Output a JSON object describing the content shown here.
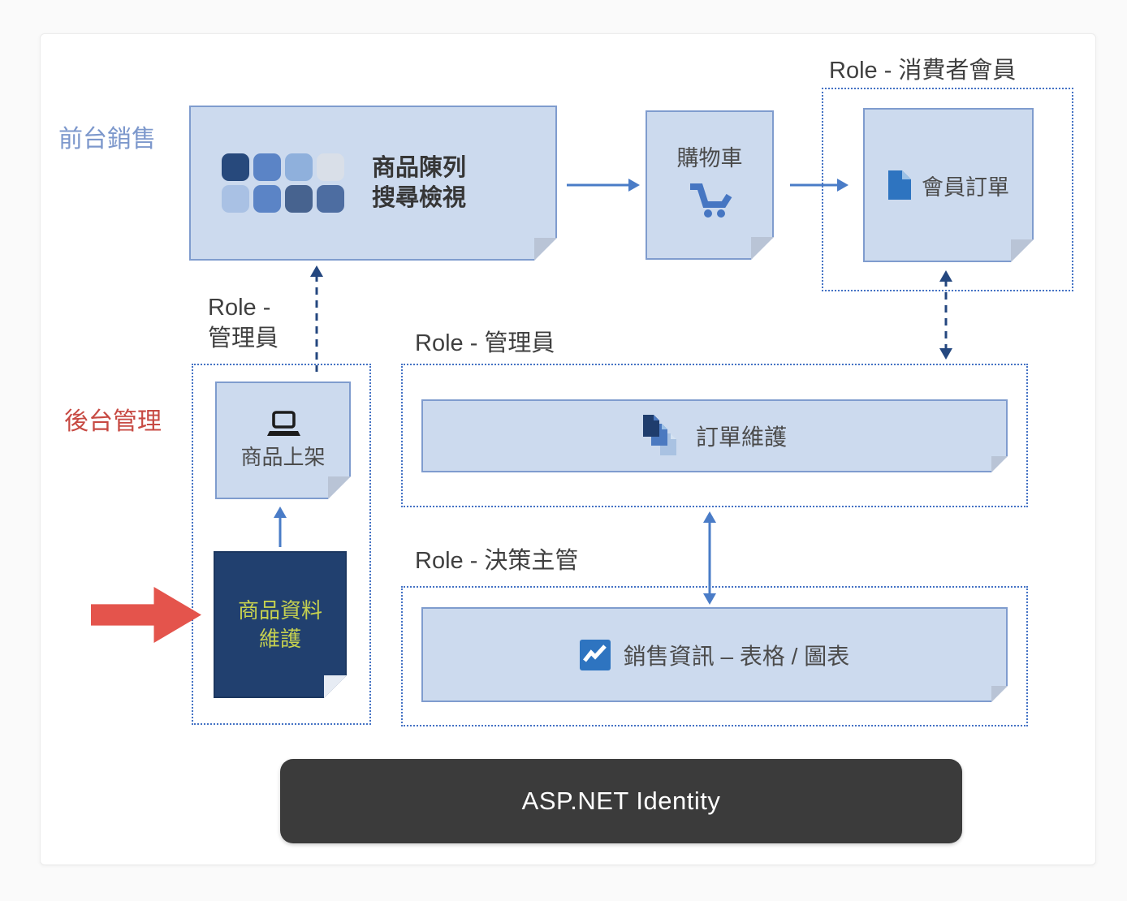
{
  "colors": {
    "page_bg": "#fafafa",
    "card_bg": "#ffffff",
    "note_fill": "#ccdaee",
    "note_border": "#7f9cce",
    "dark_note_fill": "#21406f",
    "dark_note_text": "#c6d14f",
    "arrow_blue": "#4a7cc7",
    "arrow_navy": "#24477f",
    "group_border": "#4472c4",
    "label_blue": "#7d98cc",
    "label_red": "#c74a43",
    "label_dark": "#3f3f3f",
    "identity_bg": "#3b3b3b",
    "identity_text": "#ffffff",
    "red_arrow": "#e4544c",
    "icon_blue": "#2e74c0"
  },
  "labels": {
    "front_sales": "前台銷售",
    "back_admin": "後台管理",
    "role_consumer": "Role - 消費者會員",
    "role_admin_line1": "Role -",
    "role_admin_line2": "管理員",
    "role_admin": "Role - 管理員",
    "role_decision": "Role - 決策主管"
  },
  "nodes": {
    "product_display": {
      "line1": "商品陳列",
      "line2": "搜尋檢視"
    },
    "cart": {
      "label": "購物車"
    },
    "member_order": {
      "label": "會員訂單"
    },
    "product_listing": {
      "label": "商品上架"
    },
    "product_data": {
      "line1": "商品資料",
      "line2": "維護"
    },
    "order_maintenance": {
      "label": "訂單維護"
    },
    "sales_info": {
      "label": "銷售資訊 – 表格 / 圖表"
    },
    "identity": {
      "label": "ASP.NET Identity"
    }
  },
  "icons": {
    "grid_tiles": [
      "#27497c",
      "#5b84c6",
      "#8fb0dc",
      "#d9dfe8",
      "#a9c1e4",
      "#5b84c6",
      "#47638f",
      "#4d6da1"
    ]
  }
}
